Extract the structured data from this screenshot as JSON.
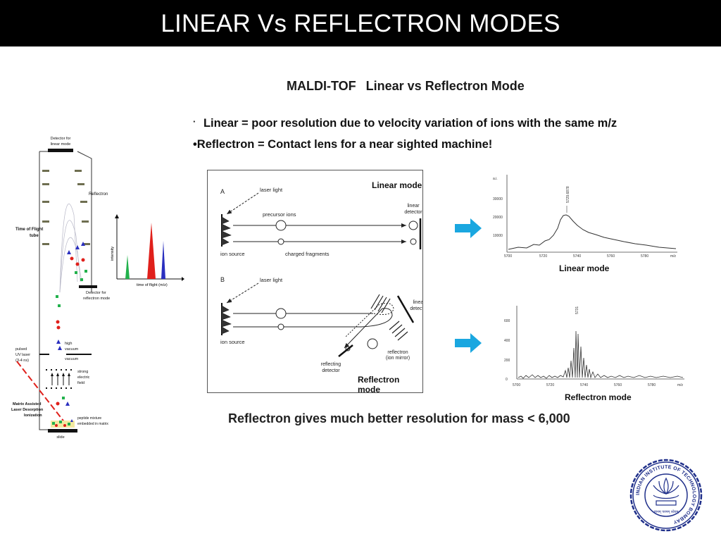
{
  "header": {
    "title": "LINEAR Vs REFLECTRON MODES"
  },
  "subtitle": {
    "left": "MALDI-TOF",
    "right": "Linear vs Reflectron Mode"
  },
  "bullets": [
    {
      "marker": "·",
      "text": "Linear = poor resolution due to velocity variation of ions with the same m/z"
    },
    {
      "marker": "•",
      "text": "Reflectron = Contact lens for a near sighted machine!"
    }
  ],
  "instrument": {
    "detector_linear": [
      "Detector for",
      "linear mode"
    ],
    "reflectron": "Reflectron",
    "tof_tube": [
      "Time of Flight",
      "tube"
    ],
    "detector_reflectron": [
      "Detector for",
      "reflectron mode"
    ],
    "pulsed_laser": [
      "pulsed",
      "UV laser",
      "(3-4 ns)"
    ],
    "high_vacuum": [
      "high",
      "vacuum"
    ],
    "strong_field": [
      "strong",
      "electric",
      "field"
    ],
    "maldi": [
      "Matrix Assisted",
      "Laser Desorption",
      "Ionization"
    ],
    "peptide": [
      "peptide mixture",
      "embedded in matrix"
    ],
    "slide": "slide"
  },
  "spectrum_inset": {
    "ylabel": "intensity",
    "xlabel": "time of flight (m/z)"
  },
  "schematic": {
    "linear_caption": "Linear mode",
    "reflectron_caption": "Reflectron mode",
    "label_a": "A",
    "label_b": "B",
    "laser_light": "laser light",
    "precursor_ions": "precursor ions",
    "linear_detector": [
      "linear",
      "detector"
    ],
    "ion_source": "ion source",
    "charged_fragments": "charged fragments",
    "reflectron_mirror": [
      "reflectron",
      "(ion mirror)"
    ],
    "reflecting_detector": [
      "reflecting",
      "detector"
    ]
  },
  "linear_spectrum": {
    "caption": "Linear mode",
    "y_unit": "a.i.",
    "y_ticks": [
      "30000",
      "20000",
      "10000"
    ],
    "x_ticks": [
      "5700",
      "5720",
      "5740",
      "5760",
      "5780"
    ],
    "x_unit": "m/z",
    "peak_label": "5729.6878"
  },
  "reflectron_spectrum": {
    "caption": "Reflectron mode",
    "y_ticks": [
      "600",
      "400",
      "200",
      "0"
    ],
    "x_ticks": [
      "5700",
      "5720",
      "5740",
      "5760",
      "5780"
    ],
    "x_unit": "m/z",
    "peak_label": "5731"
  },
  "conclusion": "Reflectron gives much better resolution for mass < 6,000",
  "logo": {
    "ring_text": "INDIAN INSTITUTE OF TECHNOLOGY BOMBAY",
    "motto": "ज्ञानम् परमम् ध्येयम्"
  },
  "colors": {
    "header_bg": "#000000",
    "arrow": "#1aa7e0",
    "peak_green": "#22b14c",
    "peak_red": "#e0201b",
    "peak_blue": "#2a2fbf"
  }
}
